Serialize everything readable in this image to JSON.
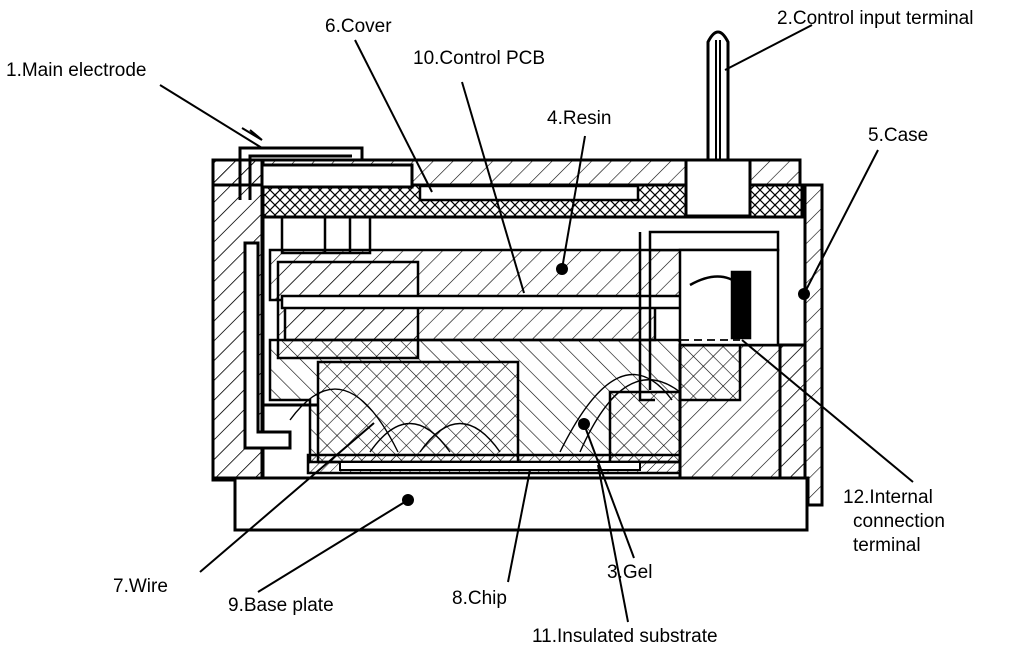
{
  "labels": {
    "main_electrode": "1.Main electrode",
    "control_input_terminal": "2.Control input terminal",
    "gel": "3.Gel",
    "resin": "4.Resin",
    "case": "5.Case",
    "cover": "6.Cover",
    "wire": "7.Wire",
    "chip": "8.Chip",
    "base_plate": "9.Base plate",
    "control_pcb": "10.Control PCB",
    "insulated_substrate": "11.Insulated substrate",
    "internal_connection_terminal": [
      "12.Internal",
      "connection",
      "terminal"
    ]
  },
  "colors": {
    "line": "#000000",
    "background": "#ffffff"
  }
}
